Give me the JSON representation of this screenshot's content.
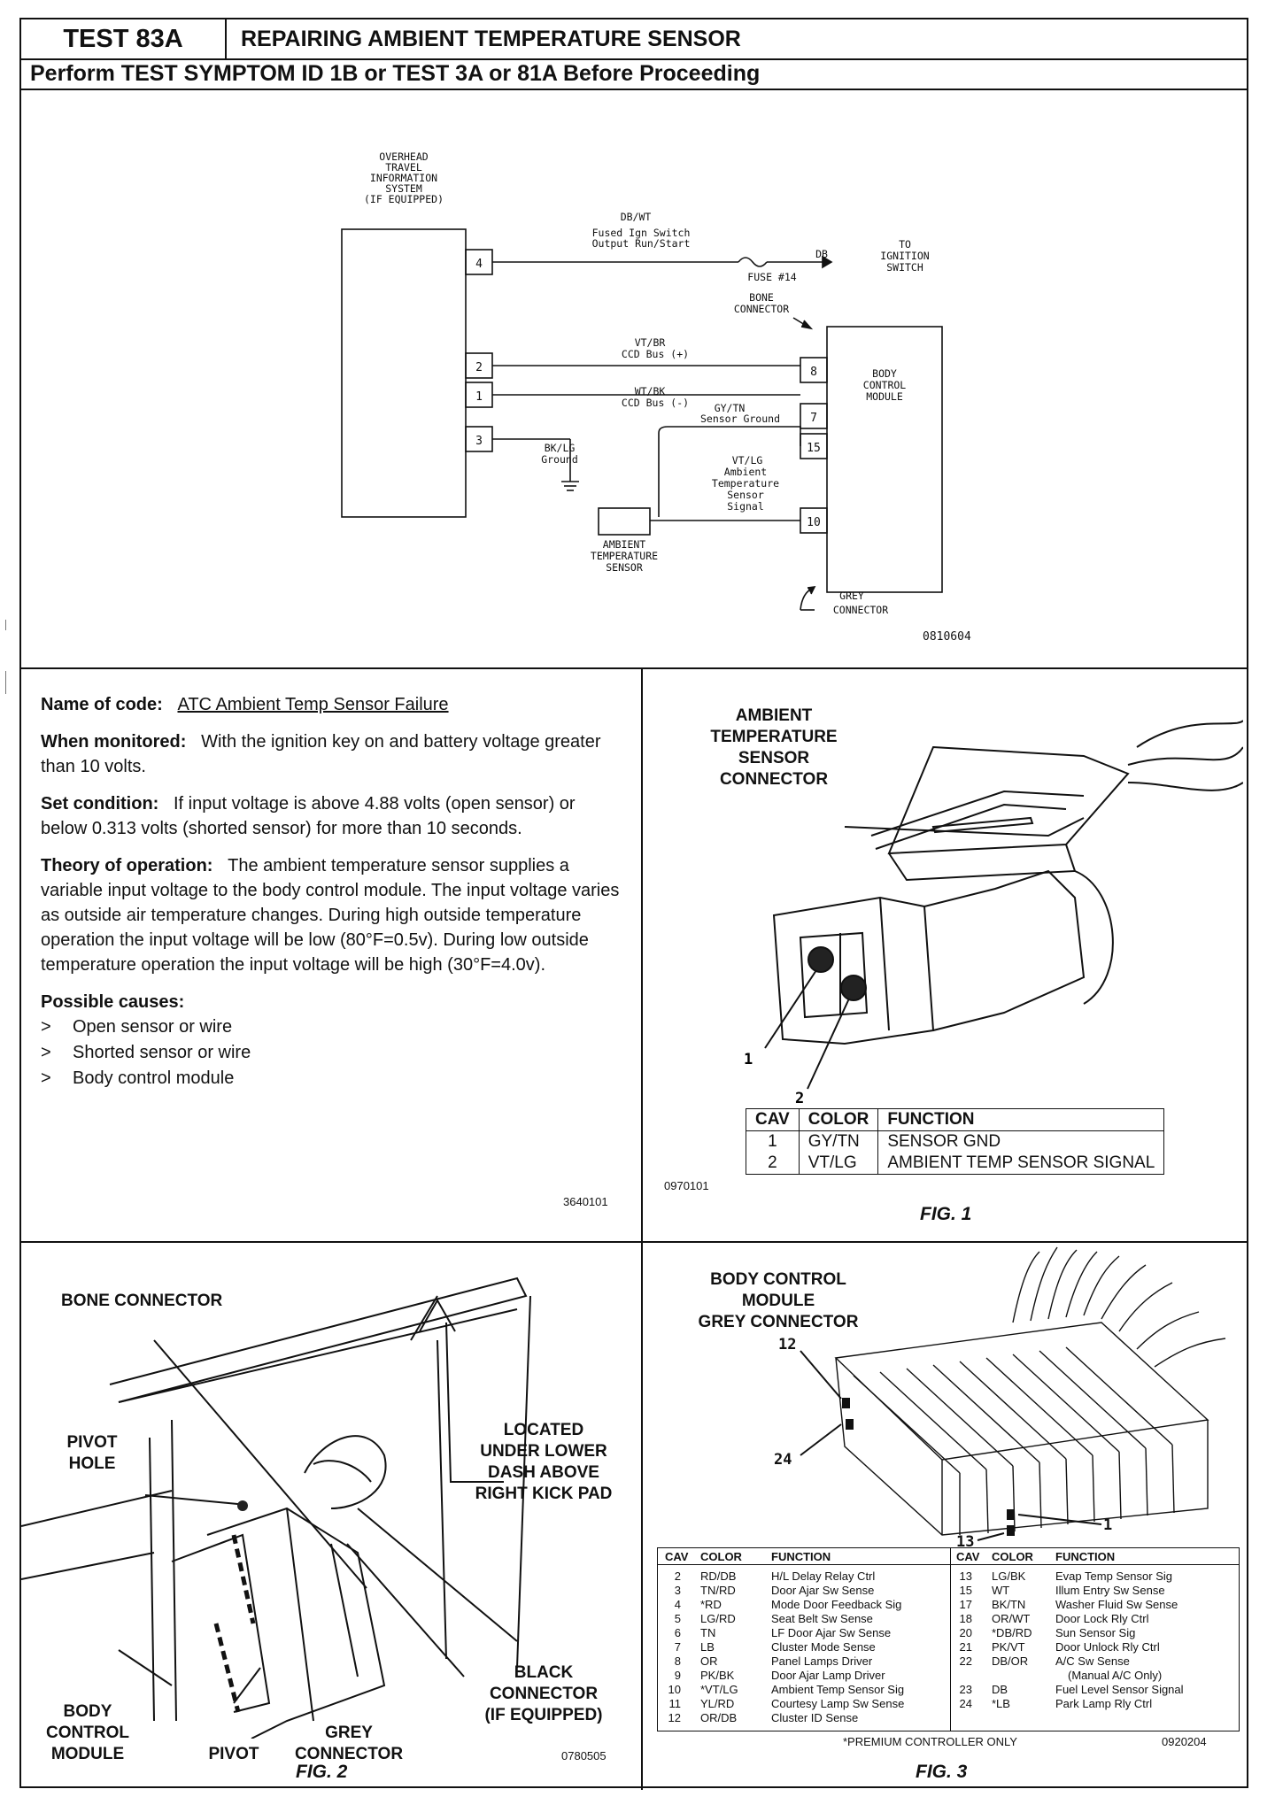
{
  "header": {
    "test_id": "TEST 83A",
    "title": "REPAIRING AMBIENT TEMPERATURE SENSOR",
    "subtitle": "Perform TEST SYMPTOM ID 1B or TEST 3A or 81A Before Proceeding"
  },
  "schematic": {
    "overhead_label": [
      "OVERHEAD",
      "TRAVEL",
      "INFORMATION",
      "SYSTEM",
      "(IF EQUIPPED)"
    ],
    "wire_dbwt": "DB/WT",
    "fused_ign_1": "Fused Ign Switch",
    "fused_ign_2": "Output Run/Start",
    "db": "DB",
    "fuse": "FUSE #14",
    "to_ign": [
      "TO",
      "IGNITION",
      "SWITCH"
    ],
    "bone_connector": [
      "BONE",
      "CONNECTOR"
    ],
    "wire_vtbr": "VT/BR",
    "ccd_plus": "CCD Bus (+)",
    "wire_wtbk": "WT/BK",
    "ccd_minus": "CCD Bus (-)",
    "wire_gytn": "GY/TN",
    "sensor_ground": "Sensor Ground",
    "wire_bklg": "BK/LG",
    "ground": "Ground",
    "wire_vtlg": "VT/LG",
    "ambient_signal": [
      "Ambient",
      "Temperature",
      "Sensor",
      "Signal"
    ],
    "bcm_label": [
      "BODY",
      "CONTROL",
      "MODULE"
    ],
    "ambient_sensor": [
      "AMBIENT",
      "TEMPERATURE",
      "SENSOR"
    ],
    "grey_connector": [
      "GREY",
      "CONNECTOR"
    ],
    "left_pins": [
      "4",
      "2",
      "1",
      "3"
    ],
    "right_pins": [
      "8",
      "7",
      "15",
      "10"
    ],
    "code": "0810604"
  },
  "info": {
    "name_label": "Name of code:",
    "name_value": "ATC Ambient Temp Sensor Failure",
    "when_label": "When monitored:",
    "when_value": "With the ignition key on and battery voltage greater than 10 volts.",
    "set_label": "Set condition:",
    "set_value": "If input voltage is above 4.88 volts (open sensor) or below 0.313 volts (shorted sensor) for more than 10 seconds.",
    "theory_label": "Theory of operation:",
    "theory_value": "The ambient temperature sensor supplies a variable input voltage to the body control module. The input voltage varies as outside air temperature changes. During high outside temperature operation the input voltage will be low (80°F=0.5v). During low outside temperature operation the input voltage will be high (30°F=4.0v).",
    "causes_label": "Possible causes:",
    "causes": [
      "Open sensor or wire",
      "Shorted sensor or wire",
      "Body control module"
    ],
    "bullet": ">",
    "code": "3640101"
  },
  "fig1": {
    "title": [
      "AMBIENT",
      "TEMPERATURE SENSOR",
      "CONNECTOR"
    ],
    "callout_1": "1",
    "callout_2": "2",
    "headers": [
      "CAV",
      "COLOR",
      "FUNCTION"
    ],
    "rows": [
      [
        "1",
        "GY/TN",
        "SENSOR GND"
      ],
      [
        "2",
        "VT/LG",
        "AMBIENT TEMP SENSOR SIGNAL"
      ]
    ],
    "code": "0970101",
    "caption": "FIG. 1"
  },
  "fig2": {
    "bone_connector": "BONE CONNECTOR",
    "pivot_hole": [
      "PIVOT",
      "HOLE"
    ],
    "located": [
      "LOCATED",
      "UNDER LOWER",
      "DASH ABOVE",
      "RIGHT KICK PAD"
    ],
    "black_connector": [
      "BLACK",
      "CONNECTOR",
      "(IF EQUIPPED)"
    ],
    "body_control": [
      "BODY",
      "CONTROL",
      "MODULE"
    ],
    "pivot": "PIVOT",
    "grey_connector": [
      "GREY",
      "CONNECTOR"
    ],
    "code": "0780505",
    "caption": "FIG. 2"
  },
  "fig3": {
    "title": [
      "BODY CONTROL",
      "MODULE",
      "GREY CONNECTOR"
    ],
    "callouts": [
      "12",
      "24",
      "13",
      "1"
    ],
    "headers": [
      "CAV",
      "COLOR",
      "FUNCTION",
      "CAV",
      "COLOR",
      "FUNCTION"
    ],
    "left_rows": [
      [
        "2",
        "RD/DB",
        "H/L Delay Relay Ctrl"
      ],
      [
        "3",
        "TN/RD",
        "Door Ajar Sw Sense"
      ],
      [
        "4",
        "*RD",
        "Mode Door Feedback Sig"
      ],
      [
        "5",
        "LG/RD",
        "Seat Belt Sw Sense"
      ],
      [
        "6",
        "TN",
        "LF Door Ajar Sw Sense"
      ],
      [
        "7",
        "LB",
        "Cluster Mode Sense"
      ],
      [
        "8",
        "OR",
        "Panel Lamps Driver"
      ],
      [
        "9",
        "PK/BK",
        "Door Ajar Lamp Driver"
      ],
      [
        "10",
        "*VT/LG",
        "Ambient Temp Sensor Sig"
      ],
      [
        "11",
        "YL/RD",
        "Courtesy Lamp Sw Sense"
      ],
      [
        "12",
        "OR/DB",
        "Cluster ID Sense"
      ]
    ],
    "right_rows": [
      [
        "13",
        "LG/BK",
        "Evap Temp Sensor Sig"
      ],
      [
        "15",
        "WT",
        "Illum Entry Sw Sense"
      ],
      [
        "17",
        "BK/TN",
        "Washer Fluid Sw Sense"
      ],
      [
        "18",
        "OR/WT",
        "Door Lock Rly Ctrl"
      ],
      [
        "20",
        "*DB/RD",
        "Sun Sensor Sig"
      ],
      [
        "21",
        "PK/VT",
        "Door Unlock Rly Ctrl"
      ],
      [
        "22",
        "DB/OR",
        "A/C Sw Sense"
      ],
      [
        "",
        "",
        "(Manual A/C Only)"
      ],
      [
        "23",
        "DB",
        "Fuel Level Sensor Signal"
      ],
      [
        "24",
        "*LB",
        "Park Lamp Rly Ctrl"
      ]
    ],
    "footnote": "*PREMIUM CONTROLLER ONLY",
    "code": "0920204",
    "caption": "FIG. 3"
  }
}
